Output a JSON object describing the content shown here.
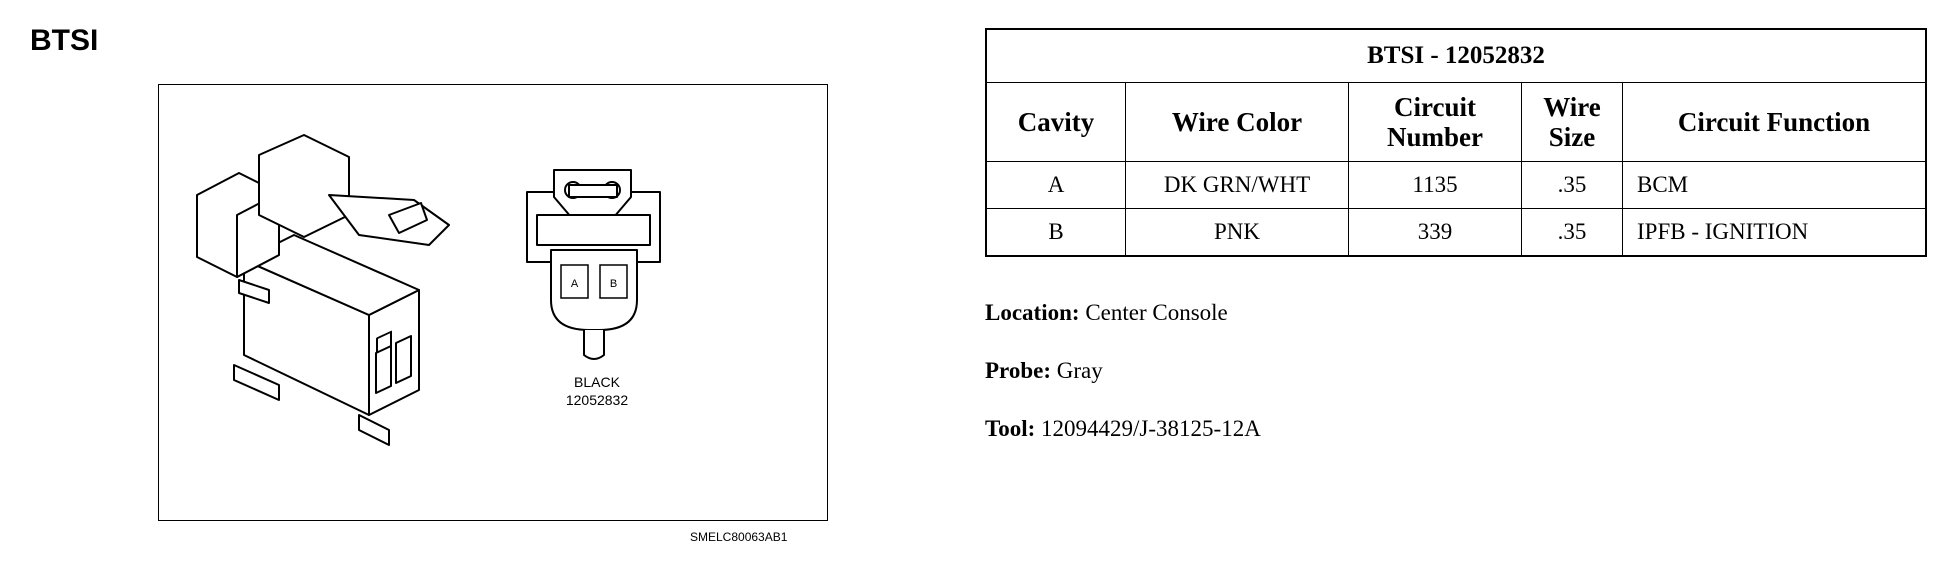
{
  "heading": "BTSI",
  "figure": {
    "part_color": "BLACK",
    "part_number": "12052832",
    "cavity_a": "A",
    "cavity_b": "B",
    "code": "SMELC80063AB1"
  },
  "table": {
    "title": "BTSI - 12052832",
    "headers": {
      "cavity": "Cavity",
      "wire_color": "Wire Color",
      "circuit_number_1": "Circuit",
      "circuit_number_2": "Number",
      "wire_size_1": "Wire",
      "wire_size_2": "Size",
      "circuit_function": "Circuit Function"
    },
    "rows": [
      {
        "cavity": "A",
        "wire_color": "DK GRN/WHT",
        "circuit_number": "1135",
        "wire_size": ".35",
        "circuit_function": "BCM"
      },
      {
        "cavity": "B",
        "wire_color": "PNK",
        "circuit_number": "339",
        "wire_size": ".35",
        "circuit_function": "IPFB - IGNITION"
      }
    ]
  },
  "info": {
    "location_label": "Location:",
    "location_value": "Center Console",
    "probe_label": "Probe:",
    "probe_value": "Gray",
    "tool_label": "Tool:",
    "tool_value": "12094429/J-38125-12A"
  }
}
